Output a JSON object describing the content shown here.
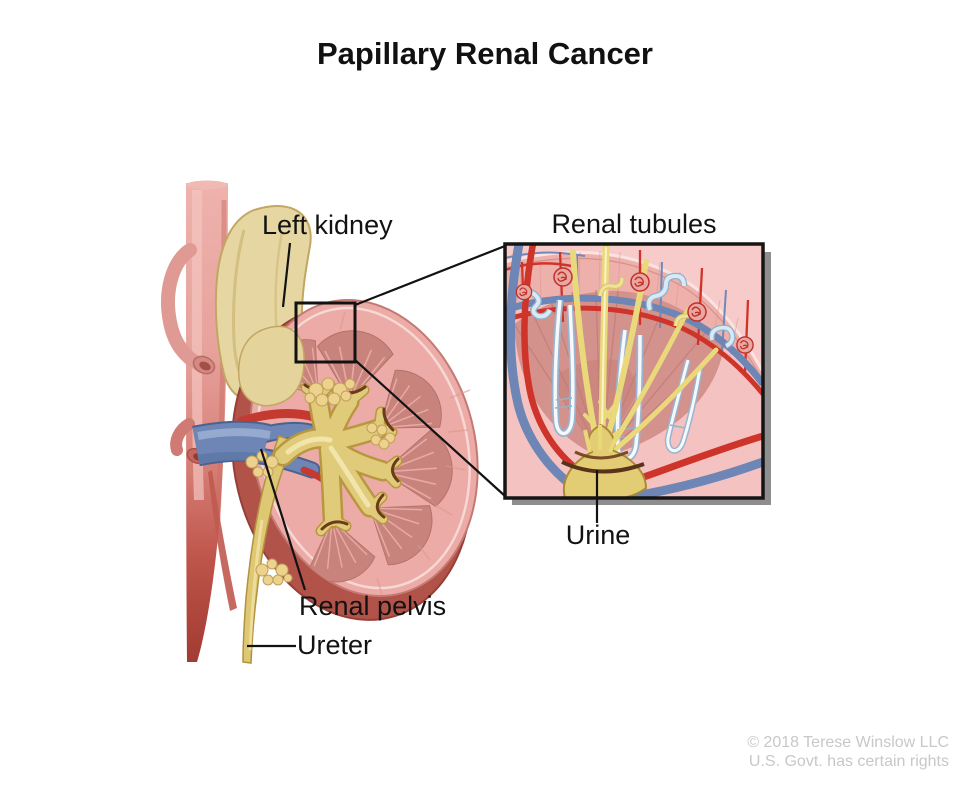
{
  "title": "Papillary Renal Cancer",
  "figure_labels": {
    "left_kidney": "Left kidney",
    "renal_tubules": "Renal tubules",
    "urine": "Urine",
    "renal_pelvis": "Renal pelvis",
    "ureter": "Ureter"
  },
  "credit": {
    "line1": "© 2018 Terese Winslow LLC",
    "line2": "U.S. Govt. has certain rights"
  },
  "colors": {
    "label_text": "#121212",
    "credit_text": "#c8c8c8",
    "artery_red": "#c0443c",
    "bright_red_vessel": "#ce342a",
    "vein_blue": "#6d86b5",
    "ureter_yellow": "#dfc873",
    "kidney_cortex_pink": "#ecaba6",
    "kidney_medulla": "#c8837d",
    "kidney_outer_dark": "#b2534a",
    "adrenal_tan": "#e6d7a2",
    "inset_background": "#f4c3c1",
    "tubule_light_blue": "#d8e9f4",
    "duct_yellow": "#ead97a"
  }
}
